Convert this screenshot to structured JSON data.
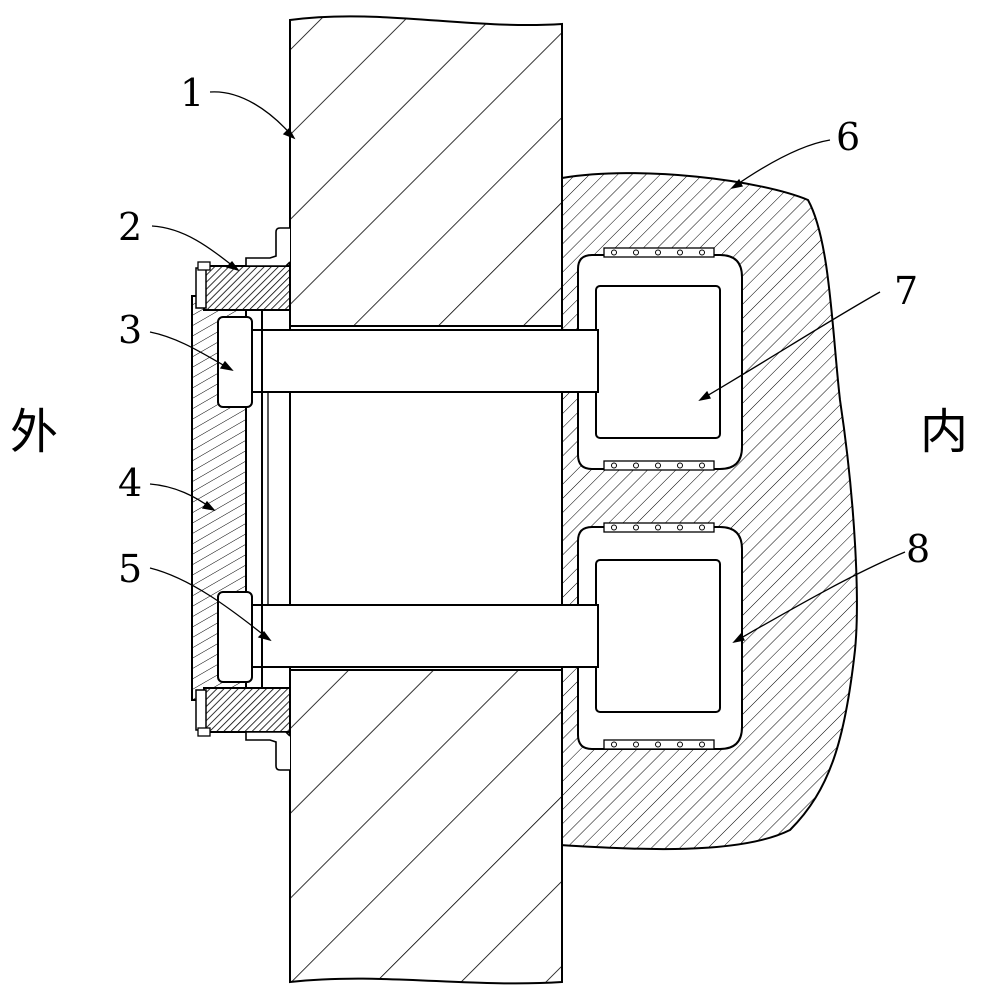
{
  "figure": {
    "labels": {
      "part_1": "1",
      "part_2": "2",
      "part_3": "3",
      "part_4": "4",
      "part_5": "5",
      "part_6": "6",
      "part_7": "7",
      "part_8": "8",
      "outside": "外",
      "inside": "内"
    }
  }
}
